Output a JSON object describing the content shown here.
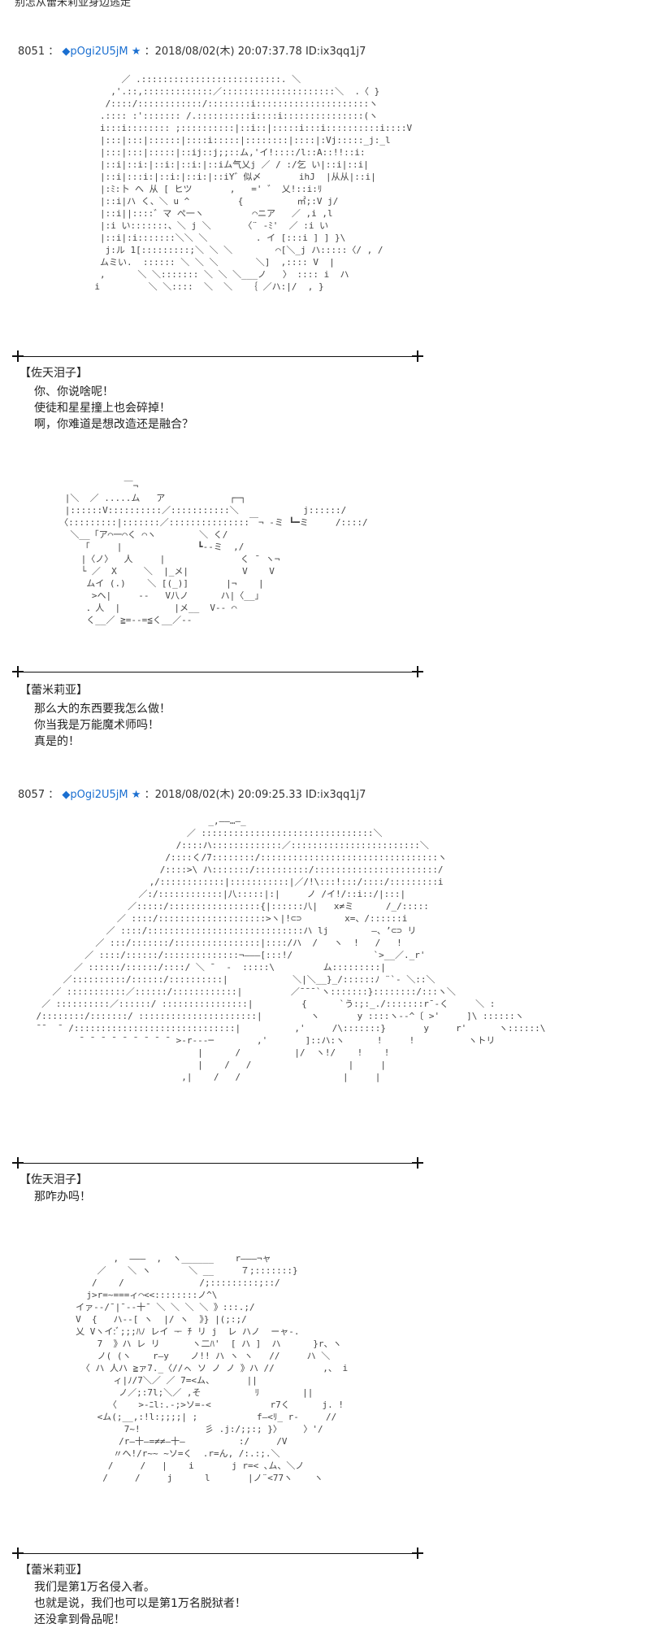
{
  "top_cut_text": "别怎从蕾米莉亚身边逃走",
  "posts": [
    {
      "number": "8051",
      "sep": "：",
      "tripcode": "◆pOgi2U5jM",
      "star": "★",
      "datetime": "：2018/08/02(木) 20:07:37.78 ID:ix3qq1j7"
    },
    {
      "number": "8057",
      "sep": "：",
      "tripcode": "◆pOgi2U5jM",
      "star": "★",
      "datetime": "：2018/08/02(木) 20:09:25.33 ID:ix3qq1j7"
    }
  ],
  "art": {
    "a1": "            ／ .::::::::::::::::::::::::::. ＼\n          ,'.::,:::::::::::::／:::::::::::::::::::::＼  .〈 }\n         /::::/::::::::::::/::::::::i:::::::::::::::::::::ヽ\n        .:::: :'::::::: /.::::::::::i::::i:::::::::::::::(ヽ\n        i:::i:::::::: ;::::::::::|::i::|:::::i:::i::::::::::i::::V\n        |:::|:::|::::::|::::i:::::|::::::::|::::|:Vj:::::_j:_l\n        |:::|:::|:::::|::ij::j;;::ム,'イ!::::/l::A::!!::i:\n        |::i|::i:|::i:|::i:|::iム气乂j ／ / :/乞 い|::i|::i|\n        |::i|:::i:|::i:|::i:|::iY゛似〆       ihJ  |从从|::i|\n        |:ﾐ:卜 へ 从 [ ヒツ       ,   =' ゛ 乂!::i:ﾘ\n        |::i|ハ く、＼ u ^         {          ㎡;:V j/\n        |::i||::::゛マ ぺ一ヽ         ⌒ニア   ／ ,i ,l\n        |:i い:::::::、＼ j ＼      〈¨ ‐ﾐ'  ／ :i い\n        |::i|:i:::::::＼＼ ＼         . イ [:::i ] ] }\\\n         j:ル 1[:::::::::;＼ ＼ ＼        ⌒[＼_j ハ:::::〈/ , /\n        ムミい.  :::::: ＼ ＼ ＼       ＼]  ,:::: V  |\n        ,      ＼ ＼::::::: ＼ ＼ ＼___ノ   〉 :::: i  ハ\n       i         ＼ ＼::::  ＼  ＼   ｛ ／ハ:|/  , }",
    "a2": "                 ￣¬\n      |＼  ／ .....ム   ̄ア            ┌─┐\n      |::::::V::::::::::／:::::::::::＼            j::::::/\n     〈:::::::::|:::::::／:::::::::::::::￣¬ -ミ ┗━ミ     /::::/\n       ＼__「ア⌒一⌒く ⌒ヽ        ＼ く/\n         「     |              ┗‐‐ミ  ,/\n         |〈ノ〉  人     |              く ̄  ヽ¬\n         └ ／  X     ＼  |_メ|          V    V\n          ムイ (.)    ＼ [(_)]       |¬    |\n           >ヘ|     ‐‐   V八ノ      ハ|〈__」\n          ．人  |          |メ__  V‐‐ ⌒\n          く__／ ≧=-‐=≦く__／‐‐",
    "a3": "                                    _,—‒…—_\n                                ／ ::::::::::::::::::::::::::::::::＼\n                              /::::ハ:::::::::::::／::::::::::::::::::::::::＼\n                            /::::く/7::::::::/:::::::::::::::::::::::::::::::::ヽ\n                           /::::>\\ ハ:::::::/::::::::::/:::::::::::::::::::::::/\n                         ,/::::::::::::|:::::::::::|／/!\\:::!:::/::::/:::::::::i\n                       ／:/::::::::::::|八:::::|:|     ノ /イ!/::i::/|:::|\n                     ／:::::/:::::::::::::::::{|::::::八|   x≠ミ      /_/:::::\n                   ／ ::::/::::::::::::::::::::>ヽ|!⊂⊃        x=、/::::::i\n                 ／ ::::/:::::::::::::::::::::::::::::ハ lj        ―、ʼ⊂⊃ リ\n               ／ :::/:::::::/::::::::::::::::|::::/ハ  /   ヽ  !   /   !\n             ／ ::::/::::::/::::::::::::::¬—‒―[:::!/               `>__／._r'\n           ／ ::::::/::::::/::::/ ＼ ¯  ‐  :::::\\         ム:::::::::|\n         ／::::::::::/::::::/::::::::::|            ＼|＼__}_/::::::ﾉ ¨`‐ ＼::＼\n       ／ :::::::::::／::::::/::::::::::::|         ／¯¯¯`ヽ:::::::}::::::::/:::ヽ＼\n     ／ ::::::::::／::::::/ ::::::::::::::::|         {      `う:;:_./:::::::r¯‐く     ＼ :\n    /::::::::/:::::::/ ::::::::::::::::::::::|         ヽ       y ::::ヽ‐‐^〔 >'     ]\\ ::::::ヽ\n    ¯¯  ̄  /::::::::::::::::::::::::::::::|          ,'     /\\:::::::}       y     r'      ヽ::::::\\\n            ¯ ¯ ¯ ¯ ¯ ¯ ¯ ¯ ¯ >‐r‐‐‐─        ,'       ]::ハ:ヽ      !     !          ヽトリ\n                                  |      /          |/  ヽ!/    !    !\n                                  |    /   /                  |     |\n                               ,|    /   /                   |     |",
    "a4": "            ,  ‒‒‒  ,  ヽ______    r‒‒‒¬ャ\n         ／    ＼ ヽ       ＼ __     ７;:::::::}\n        /    /              /;:::::::::;::/\n       j>r=~===ィ⌒<<::::::::ノ^\\\n     イァ‐‐/¯|¯‐‐十¯ ＼ ＼ ＼ ＼ 》:::.;/\n     V  {   ハ‐‐[ ヽ  |/ ヽ  》} |(;:;/\n     乂 Vヽイ:ﾞ;;;ﾊﾉ レイ ᅮ ﾁ リ j  レ ハノ  ーャ‐.\n         7  》ハ レ リ      ヽ二ﾊ'  [ ハ ]  ハ      }r、ヽ\n         ノ( (ヽ    r‒y    ノ!! ハ ヽ ヽ   //     ハ ＼\n      〈 ハ 人ハ ≧ァ7._〈//ㇸ ソ ノ ノ 》ハ //         ,、 i\n            ィ|ﾉ/7＼／ ／ 7=<ム、      ||\n             ノ／;:7l;＼／ ,そ          ﾘ        ||\n           〈    >‐ﾆl:.‐;>ソ=‐<           r7く      j. !\n         <ム(;__,:!l:;;;;| ;           f‒<ﾘ_ r‐     //\n              7~!            彡 .j:/;;:; }〉    〉'/\n             /r‒十‒=≠≠‒十‒          :/     /V\n            〃へ!/r~~ ~ソ=く  .r=ん, /:.:;.＼\n           /     /   |    i       j r=< ､ム、＼ノ\n          /     /     j      l       |ノ¨<77ヽ    ヽ"
  },
  "speakers": [
    "【佐天泪子】",
    "【蕾米莉亚】",
    "【佐天泪子】",
    "【蕾米莉亚】"
  ],
  "dialogue": {
    "d1": [
      "你、你说啥呢！",
      "使徒和星星撞上也会碎掉！",
      "啊，你难道是想改造还是融合？"
    ],
    "d2": [
      "那么大的东西要我怎么做！",
      "你当我是万能魔术师吗！",
      "真是的！"
    ],
    "d3": [
      "那咋办吗！"
    ],
    "d4": [
      "我们是第1万名侵入者。",
      "也就是说，我们也可以是第1万名脱狱者！",
      "还没拿到骨品呢！"
    ]
  }
}
